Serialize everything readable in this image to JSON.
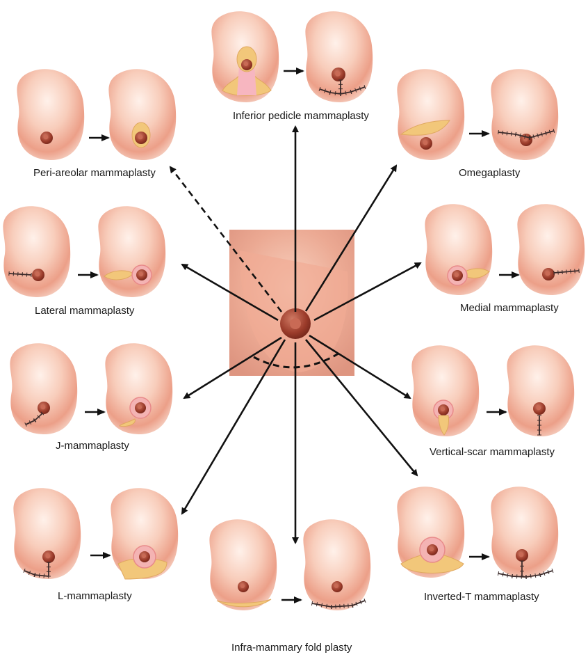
{
  "techniques": [
    {
      "id": "inferior-pedicle",
      "label": "Inferior pedicle mammaplasty"
    },
    {
      "id": "peri-areolar",
      "label": "Peri-areolar mammaplasty"
    },
    {
      "id": "omegaplasty",
      "label": "Omegaplasty"
    },
    {
      "id": "lateral",
      "label": "Lateral mammaplasty"
    },
    {
      "id": "medial",
      "label": "Medial mammaplasty"
    },
    {
      "id": "j",
      "label": "J-mammaplasty"
    },
    {
      "id": "vertical-scar",
      "label": "Vertical-scar mammaplasty"
    },
    {
      "id": "l",
      "label": "L-mammaplasty"
    },
    {
      "id": "inverted-t",
      "label": "Inverted-T mammaplasty"
    },
    {
      "id": "infra-mammary",
      "label": "Infra-mammary fold plasty"
    }
  ],
  "colors": {
    "skin_light": "#fbe3d8",
    "skin_mid": "#f1b5a0",
    "skin_dark": "#dc8a73",
    "nipple": "#9b3b2a",
    "areola_pink": "#f4b3b3",
    "flap_yellow": "#f2c77a",
    "arrow": "#111111"
  }
}
